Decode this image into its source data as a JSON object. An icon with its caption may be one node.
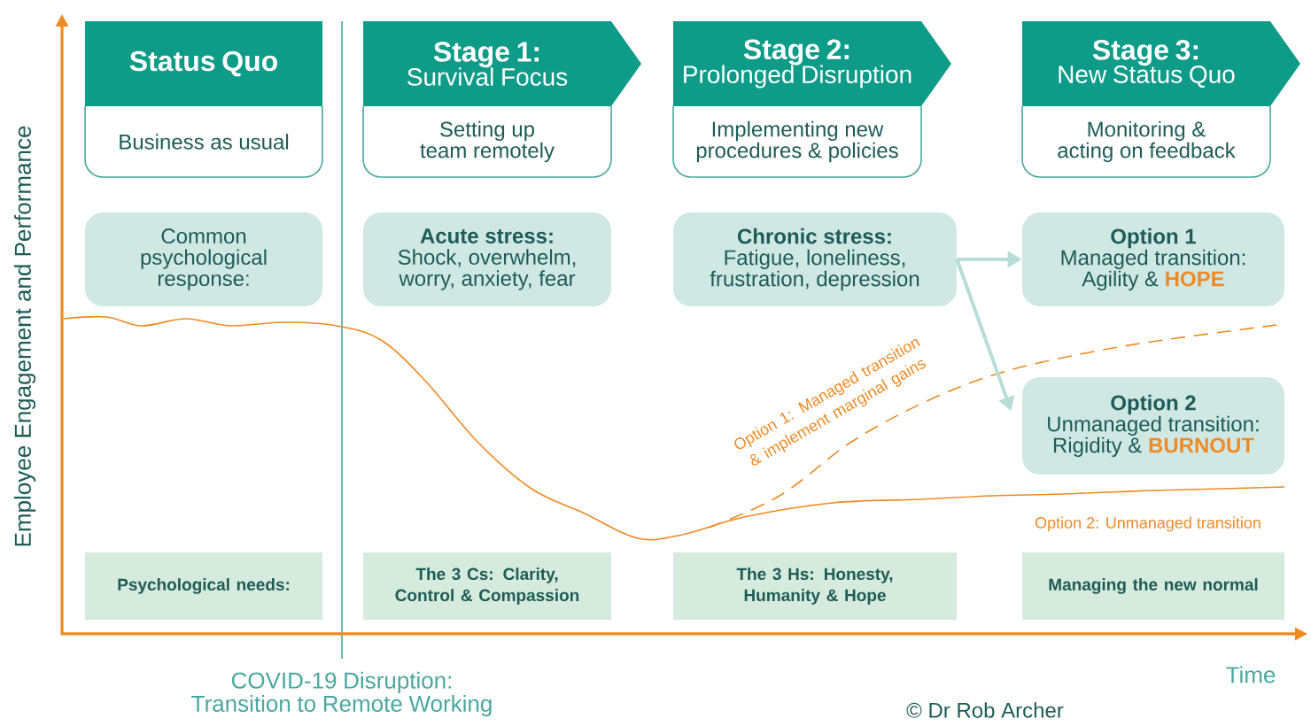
{
  "diagram": {
    "nodes": [
      {
        "text": [
          "Status Quo",
          "Business as usual"
        ]
      },
      {
        "text": [
          "Stage 1:",
          "Survival Focus",
          "Setting up team remotely"
        ]
      },
      {
        "text": [
          "Stage 2:",
          "Prolonged Disruption",
          "Implementing new procedures & policies"
        ]
      },
      {
        "text": [
          "Stage 3:",
          "New Status Quo",
          "Monitoring & acting on feedback"
        ]
      },
      {
        "text": [
          "Common psychological response:"
        ]
      },
      {
        "text": [
          "Acute stress:",
          "Shock, overwhelm, worry, anxiety, fear"
        ]
      },
      {
        "text": [
          "Chronic stress:",
          "Fatigue, loneliness, frustration, depression"
        ]
      },
      {
        "text": [
          "Option 1",
          "Managed transition: Agility & **HOPE**"
        ]
      },
      {
        "text": [
          "Option 2",
          "Unmanaged transition: Rigidity & **BURNOUT**"
        ]
      },
      {
        "text": [
          "Psychological needs:"
        ]
      },
      {
        "text": [
          "The 3 Cs: Clarity, Control & Compassion"
        ]
      },
      {
        "text": [
          "The 3 Hs: Honesty, Humanity & Hope"
        ]
      },
      {
        "text": [
          "Managing the new normal"
        ]
      }
    ],
    "edges": [
      {
        "from": 6,
        "to": 7,
        "arrow": "to"
      },
      {
        "from": 6,
        "to": 8,
        "arrow": "to"
      }
    ],
    "labels": [
      "Employee Engagement and Performance",
      "Option 1: Managed transition & implement marginal gains",
      "Option 2: Unmanaged transition",
      "Time",
      "COVID-19 Disruption: Transition to Remote Working",
      "© Dr Rob Archer"
    ]
  }
}
